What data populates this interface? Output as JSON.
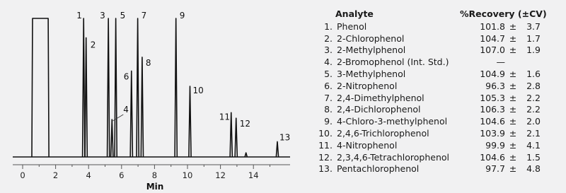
{
  "chart_data": {
    "type": "line",
    "xlabel": "Min",
    "xlim": [
      0,
      16
    ],
    "ylim": [
      0,
      100
    ],
    "x_ticks": [
      "0",
      "2",
      "4",
      "6",
      "8",
      "10",
      "12",
      "14"
    ],
    "solvent_front": {
      "start": 0.6,
      "end": 1.55,
      "height": 100
    },
    "peaks": [
      {
        "label": "1",
        "rt": 3.7,
        "height": 100
      },
      {
        "label": "2",
        "rt": 3.85,
        "height": 86
      },
      {
        "label": "3",
        "rt": 5.2,
        "height": 100
      },
      {
        "label": "4",
        "rt": 5.42,
        "height": 27
      },
      {
        "label": "5",
        "rt": 5.65,
        "height": 100
      },
      {
        "label": "6",
        "rt": 6.6,
        "height": 62
      },
      {
        "label": "7",
        "rt": 6.98,
        "height": 100
      },
      {
        "label": "8",
        "rt": 7.25,
        "height": 72
      },
      {
        "label": "9",
        "rt": 9.3,
        "height": 100
      },
      {
        "label": "10",
        "rt": 10.15,
        "height": 51
      },
      {
        "label": "11",
        "rt": 12.65,
        "height": 32
      },
      {
        "label": "12",
        "rt": 12.95,
        "height": 28
      },
      {
        "label": "",
        "rt": 13.55,
        "height": 3
      },
      {
        "label": "13",
        "rt": 15.45,
        "height": 11
      }
    ]
  },
  "table": {
    "header_analyte": "Analyte",
    "header_recovery": "%Recovery (±CV)",
    "pm": "±",
    "rows": [
      {
        "num": "1.",
        "name": "Phenol",
        "recovery": "101.8",
        "cv": "3.7"
      },
      {
        "num": "2.",
        "name": "2-Chlorophenol",
        "recovery": "104.7",
        "cv": "1.7"
      },
      {
        "num": "3.",
        "name": "2-Methylphenol",
        "recovery": "107.0",
        "cv": "1.9"
      },
      {
        "num": "4.",
        "name": "2-Bromophenol (Int. Std.)",
        "recovery": "—",
        "cv": ""
      },
      {
        "num": "5.",
        "name": "3-Methylphenol",
        "recovery": "104.9",
        "cv": "1.6"
      },
      {
        "num": "6.",
        "name": "2-Nitrophenol",
        "recovery": "96.3",
        "cv": "2.8"
      },
      {
        "num": "7.",
        "name": "2,4-Dimethylphenol",
        "recovery": "105.3",
        "cv": "2.2"
      },
      {
        "num": "8.",
        "name": "2,4-Dichlorophenol",
        "recovery": "106.3",
        "cv": "2.2"
      },
      {
        "num": "9.",
        "name": "4-Chloro-3-methylphenol",
        "recovery": "104.6",
        "cv": "2.0"
      },
      {
        "num": "10.",
        "name": "2,4,6-Trichlorophenol",
        "recovery": "103.9",
        "cv": "2.1"
      },
      {
        "num": "11.",
        "name": "4-Nitrophenol",
        "recovery": "99.9",
        "cv": "4.1"
      },
      {
        "num": "12.",
        "name": "2,3,4,6-Tetrachlorophenol",
        "recovery": "104.6",
        "cv": "1.5"
      },
      {
        "num": "13.",
        "name": "Pentachlorophenol",
        "recovery": "97.7",
        "cv": "4.8"
      }
    ]
  }
}
